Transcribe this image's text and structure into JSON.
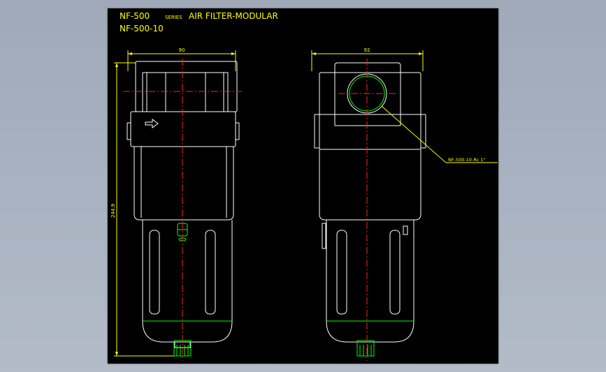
{
  "title": {
    "line1_prefix": "NF-500",
    "line1_small": "SERIES",
    "line1_suffix": "AIR FILTER-MODULAR",
    "line2": "NF-500-10"
  },
  "dimensions": {
    "front_width": "90",
    "side_width": "92",
    "height": "244.9"
  },
  "callout": {
    "port_label": "NF-500-10-Rc 1\""
  },
  "colors": {
    "background": "#000000",
    "outline": "#ffffff",
    "centerline": "#ff2020",
    "dimension": "#ffff00",
    "detail": "#00ff00"
  }
}
